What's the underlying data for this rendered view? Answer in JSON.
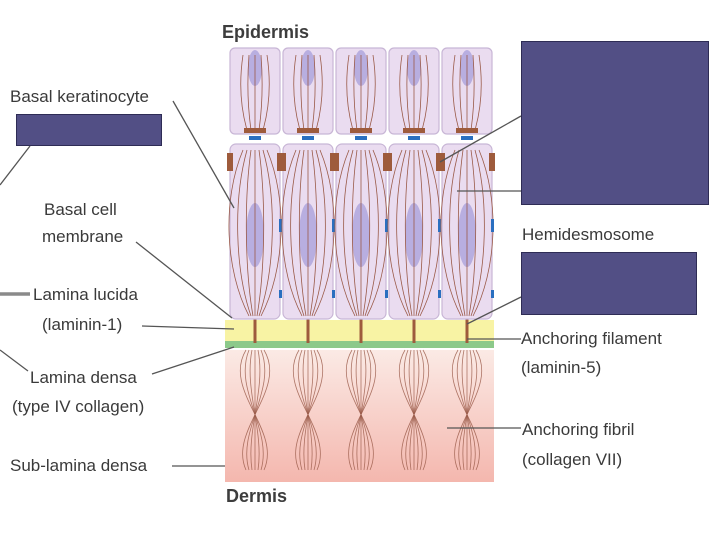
{
  "headers": {
    "epidermis": "Epidermis",
    "dermis": "Dermis"
  },
  "labels": {
    "basal_keratinocyte": "Basal keratinocyte",
    "basal_cell_membrane_1": "Basal cell",
    "basal_cell_membrane_2": "membrane",
    "lamina_lucida_1": "Lamina lucida",
    "lamina_lucida_2": "(laminin-1)",
    "lamina_densa_1": "Lamina densa",
    "lamina_densa_2": "(type IV collagen)",
    "sub_lamina_densa": "Sub-lamina densa",
    "hemidesmosome": "Hemidesmosome",
    "anchoring_filament_1": "Anchoring filament",
    "anchoring_filament_2": "(laminin-5)",
    "anchoring_fibril_1": "Anchoring fibril",
    "anchoring_fibril_2": "(collagen VII)"
  },
  "colors": {
    "cell_fill": "#eadcf0",
    "cell_border": "#c8b6d6",
    "nucleus": "#b8aee0",
    "fibre": "#9a5a48",
    "junction": "#9e5b3c",
    "desmosome_blue": "#2a6fc0",
    "lamina_lucida": "#f8f3a4",
    "lamina_densa": "#8cc98a",
    "dermis_top": "#fbe9e4",
    "dermis_bottom": "#f4b9b0",
    "box_fill": "#524f85",
    "leader_line": "#555555"
  }
}
